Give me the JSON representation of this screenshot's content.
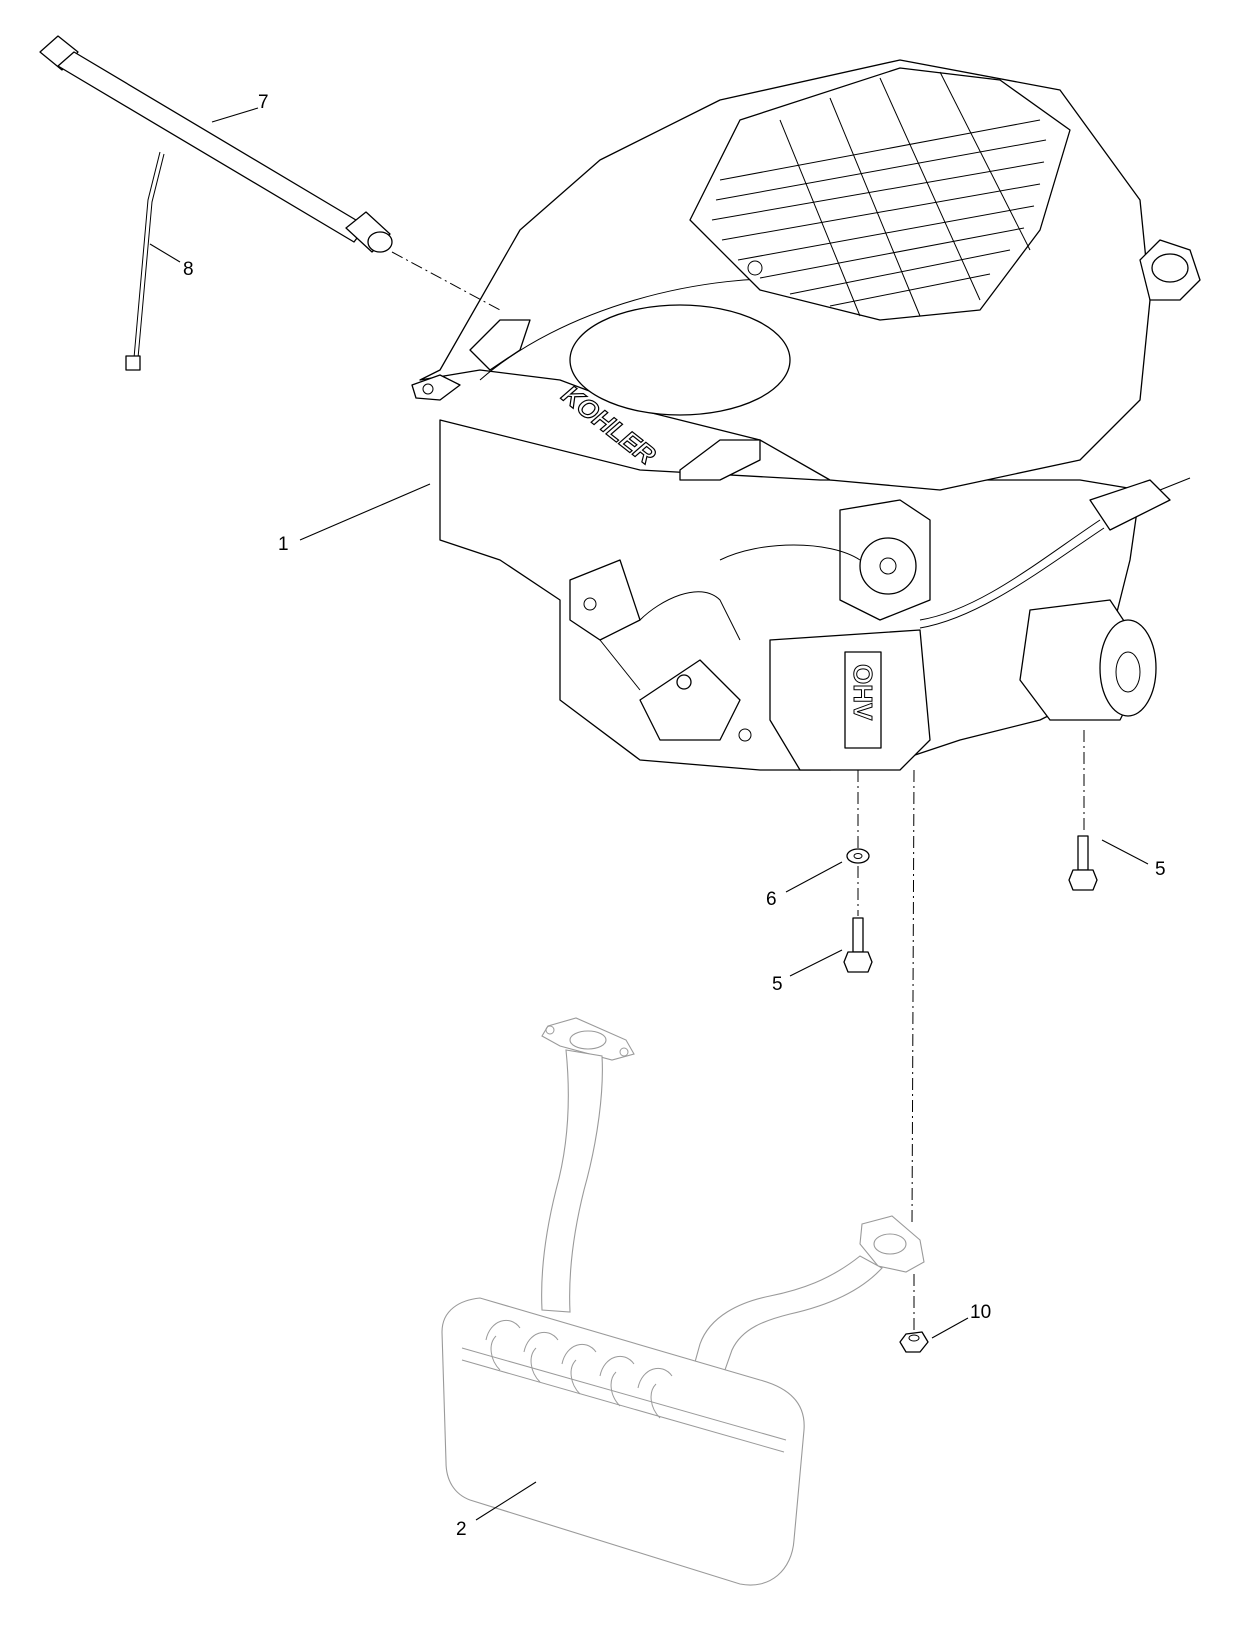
{
  "callouts": [
    {
      "id": "c1",
      "label": "1"
    },
    {
      "id": "c2",
      "label": "2"
    },
    {
      "id": "c5a",
      "label": "5"
    },
    {
      "id": "c5b",
      "label": "5"
    },
    {
      "id": "c6",
      "label": "6"
    },
    {
      "id": "c7",
      "label": "7"
    },
    {
      "id": "c8",
      "label": "8"
    },
    {
      "id": "c10",
      "label": "10"
    }
  ],
  "engine_brand_logo": "KOHLER",
  "valve_cover_logo": "OHV"
}
